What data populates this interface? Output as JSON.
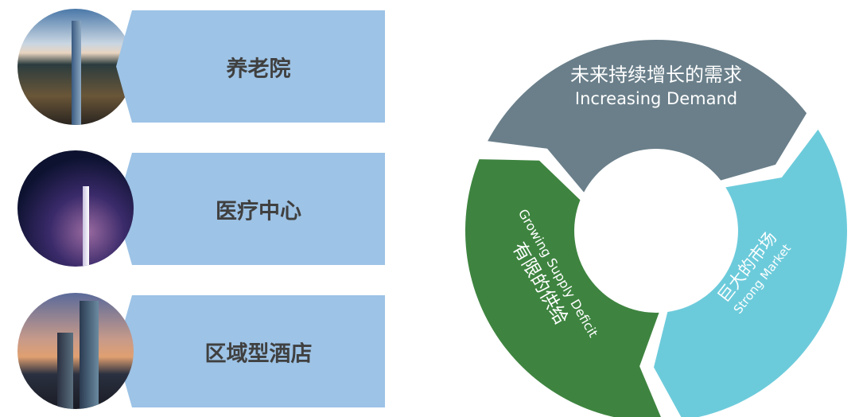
{
  "facilities": [
    {
      "label": "养老院"
    },
    {
      "label": "医疗中心"
    },
    {
      "label": "区域型酒店"
    }
  ],
  "cycle": [
    {
      "zh": "未来持续增长的需求",
      "en": "Increasing Demand",
      "color": "#6a7f8a"
    },
    {
      "zh": "巨大的市场",
      "en": "Strong Market",
      "color": "#6ccbdb"
    },
    {
      "zh": "有限的供给",
      "en": "Growing Supply Deficit",
      "color": "#3e8440"
    }
  ]
}
